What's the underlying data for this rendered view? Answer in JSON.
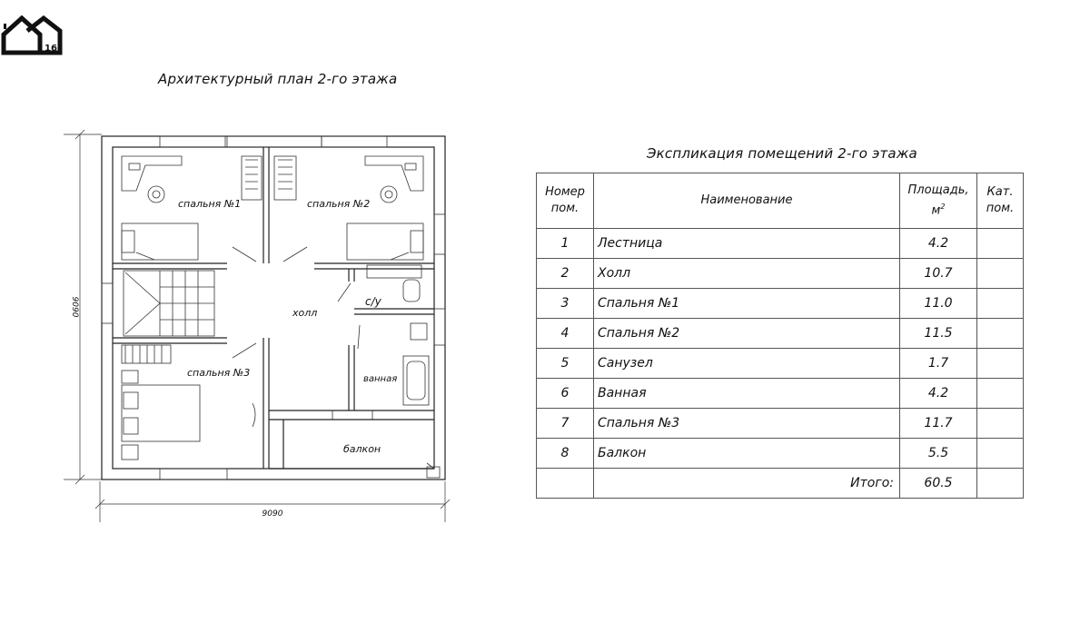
{
  "logo": {
    "text": "16"
  },
  "plan": {
    "title": "Архитектурный план 2-го этажа",
    "dim_horizontal": "9090",
    "dim_vertical": "9090",
    "rooms": {
      "bedroom1": "спальня №1",
      "bedroom2": "спальня №2",
      "bedroom3": "спальня №3",
      "hall": "холл",
      "wc": "с/у",
      "bath": "ванная",
      "balcony": "балкон"
    }
  },
  "explication": {
    "title": "Экспликация помещений 2-го этажа",
    "headers": {
      "number_line1": "Номер",
      "number_line2": "пом.",
      "name": "Наименование",
      "area_line1": "Площадь,",
      "area_unit": "м",
      "area_sup": "2",
      "cat_line1": "Кат.",
      "cat_line2": "пом."
    },
    "rows": [
      {
        "num": "1",
        "name": "Лестница",
        "area": "4.2"
      },
      {
        "num": "2",
        "name": "Холл",
        "area": "10.7"
      },
      {
        "num": "3",
        "name": "Спальня №1",
        "area": "11.0"
      },
      {
        "num": "4",
        "name": "Спальня №2",
        "area": "11.5"
      },
      {
        "num": "5",
        "name": "Санузел",
        "area": "1.7"
      },
      {
        "num": "6",
        "name": "Ванная",
        "area": "4.2"
      },
      {
        "num": "7",
        "name": "Спальня №3",
        "area": "11.7"
      },
      {
        "num": "8",
        "name": "Балкон",
        "area": "5.5"
      }
    ],
    "total_label": "Итого:",
    "total_value": "60.5"
  }
}
